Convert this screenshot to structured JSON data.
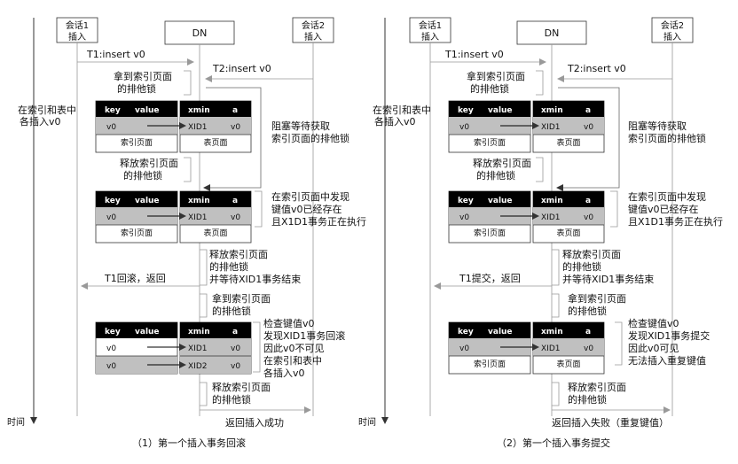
{
  "left": {
    "participants": {
      "session1": [
        "会话1",
        "插入"
      ],
      "dn": "DN",
      "session2": [
        "会话2",
        "插入"
      ]
    },
    "t1_insert": "T1:insert v0",
    "t2_insert": "T2:insert v0",
    "get_lock_1": [
      "拿到索引页面",
      "的排他锁"
    ],
    "insert_both": [
      "在索引和表中",
      "各插入v0"
    ],
    "blocked": [
      "阻塞等待获取",
      "索引页面的排他锁"
    ],
    "release_1": [
      "释放索引页面",
      "的排他锁"
    ],
    "found": [
      "在索引页面中发现",
      "键值v0已经存在",
      "且X1D1事务正在执行"
    ],
    "release_2": [
      "释放索引页面",
      "的排他锁",
      "并等待XID1事务结束"
    ],
    "t1_result": "T1回滚，返回",
    "get_lock_2": [
      "拿到索引页面",
      "的排他锁"
    ],
    "check": [
      "检查键值v0",
      "发现XID1事务回滚",
      "因此v0不可见",
      "在索引和表中",
      "各插入v0"
    ],
    "release_3": [
      "释放索引页面",
      "的排他锁"
    ],
    "final": "返回插入成功",
    "caption": "（1）第一个插入事务回滚"
  },
  "right": {
    "participants": {
      "session1": [
        "会话1",
        "插入"
      ],
      "dn": "DN",
      "session2": [
        "会话2",
        "插入"
      ]
    },
    "t1_insert": "T1:insert v0",
    "t2_insert": "T2:insert v0",
    "get_lock_1": [
      "拿到索引页面",
      "的排他锁"
    ],
    "insert_both": [
      "在索引和表中",
      "各插入v0"
    ],
    "blocked": [
      "阻塞等待获取",
      "索引页面的排他锁"
    ],
    "release_1": [
      "释放索引页面",
      "的排他锁"
    ],
    "found": [
      "在索引页面中发现",
      "键值v0已经存在",
      "且X1D1事务正在执行"
    ],
    "release_2": [
      "释放索引页面",
      "的排他锁",
      "并等待XID1事务结束"
    ],
    "t1_result": "T1提交，返回",
    "get_lock_2": [
      "拿到索引页面",
      "的排他锁"
    ],
    "check": [
      "检查键值v0",
      "发现XID1事务提交",
      "因此v0可见",
      "无法插入重复键值"
    ],
    "release_3": [
      "释放索引页面",
      "的排他锁"
    ],
    "final": "返回插入失败（重复键值）",
    "caption": "（2）第一个插入事务提交"
  },
  "tables": {
    "key": "key",
    "value": "value",
    "xmin": "xmin",
    "a": "a",
    "v0": "v0",
    "xid1": "XID1",
    "xid2": "XID2",
    "index_page": "索引页面",
    "table_page": "表页面"
  },
  "time_label": "时间"
}
